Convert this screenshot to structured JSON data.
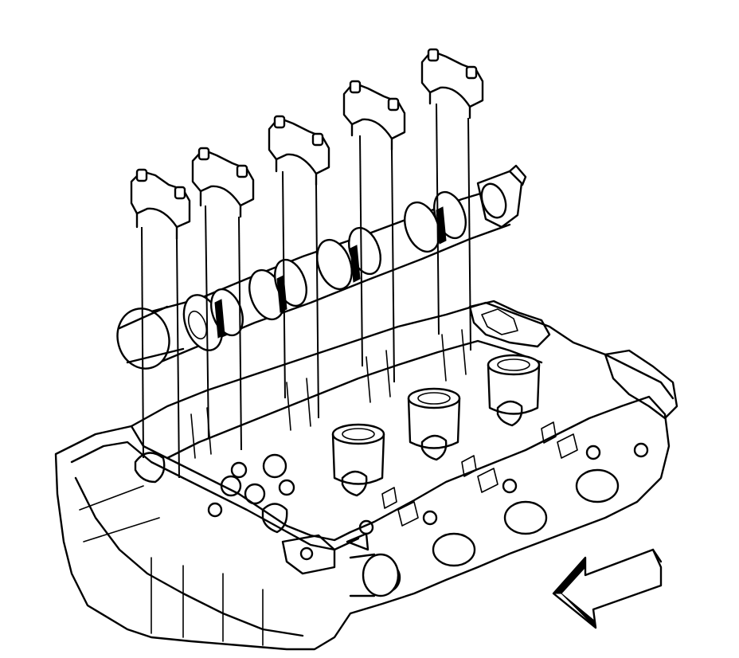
{
  "diagram": {
    "parts": {
      "bearing_caps": [
        "bearing-cap-1",
        "bearing-cap-2",
        "bearing-cap-3",
        "bearing-cap-4",
        "bearing-cap-5"
      ],
      "camshaft": "camshaft",
      "cylinder_head": "cylinder-head"
    },
    "icons": {
      "front_indicator": "arrow-left-icon"
    },
    "colors": {
      "line": "#000000",
      "background": "#ffffff"
    }
  }
}
